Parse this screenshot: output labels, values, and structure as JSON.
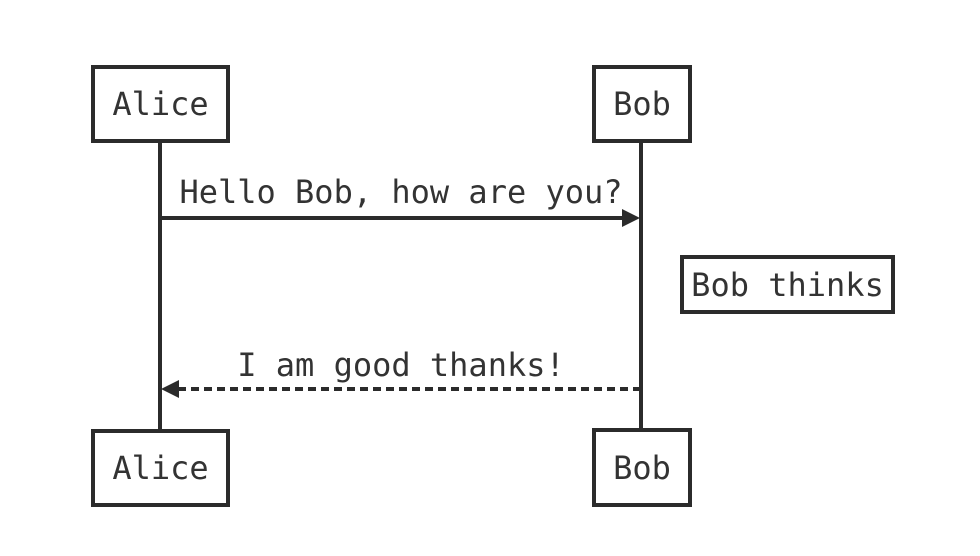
{
  "colors": {
    "stroke": "#2b2b2b",
    "text": "#333333",
    "background": "#ffffff"
  },
  "diagram": {
    "kind": "sequence-diagram",
    "actors": [
      {
        "id": "alice",
        "label": "Alice"
      },
      {
        "id": "bob",
        "label": "Bob"
      }
    ],
    "messages": [
      {
        "from": "alice",
        "to": "bob",
        "text": "Hello Bob, how are you?",
        "line": "solid",
        "arrow": "filled-right"
      },
      {
        "from": "bob",
        "to": "alice",
        "text": "I am good thanks!",
        "line": "dashed",
        "arrow": "filled-left"
      }
    ],
    "notes": [
      {
        "text": "Bob thinks",
        "position": "right-of-bob"
      }
    ]
  }
}
